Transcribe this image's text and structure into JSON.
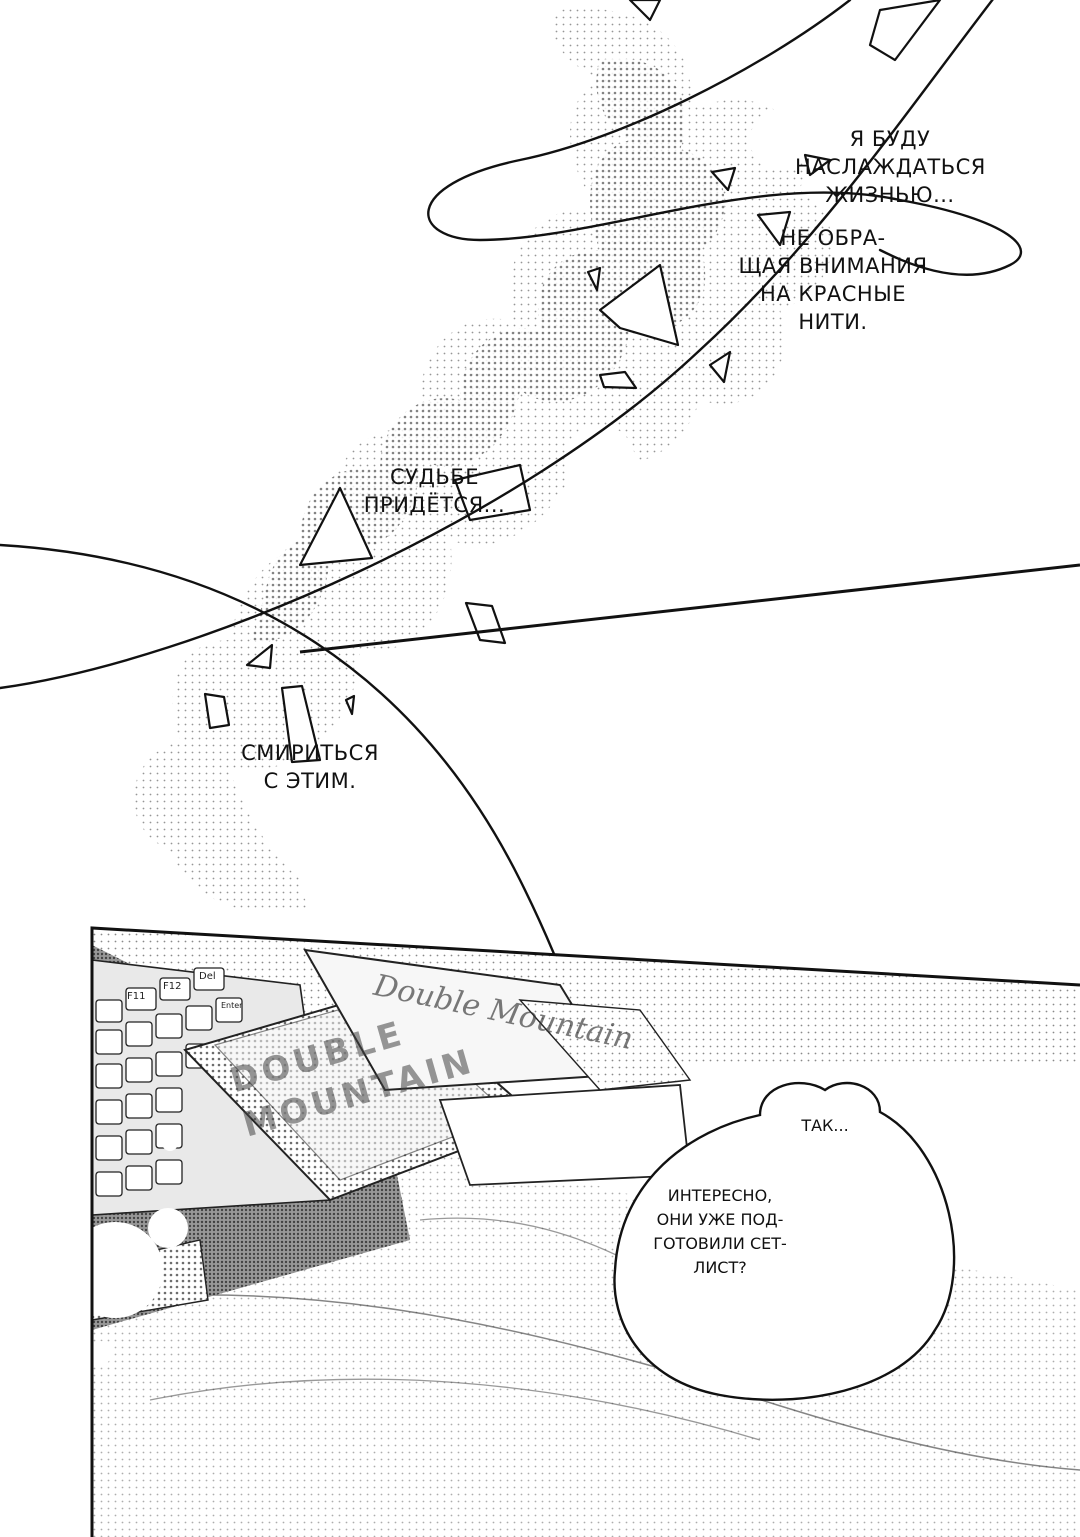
{
  "captions": {
    "enjoy_life": [
      "Я БУДУ",
      "НАСЛАЖДАТЬСЯ",
      "ЖИЗНЬЮ..."
    ],
    "ignore_threads": [
      "НЕ ОБРА-",
      "ЩАЯ ВНИМАНИЯ",
      "НА КРАСНЫЕ",
      "НИТИ."
    ],
    "fate_will": [
      "СУДЬБЕ",
      "ПРИДЁТСЯ..."
    ],
    "accept_it": [
      "СМИРИТЬСЯ",
      "С ЭТИМ."
    ]
  },
  "bubble": {
    "so": "ТАК...",
    "setlist": [
      "ИНТЕРЕСНО,",
      "ОНИ УЖЕ ПОД-",
      "ГОТОВИЛИ СЕТ-",
      "ЛИСТ?"
    ]
  },
  "artwork": {
    "card_script": "Double Mountain",
    "poster_letters": "DOUBLE MOUNTAIN",
    "keys": [
      "F11",
      "F12",
      "Del",
      "Enter"
    ]
  },
  "colors": {
    "ink": "#111111",
    "screentone": "#7a7a7a",
    "paper": "#ffffff"
  }
}
